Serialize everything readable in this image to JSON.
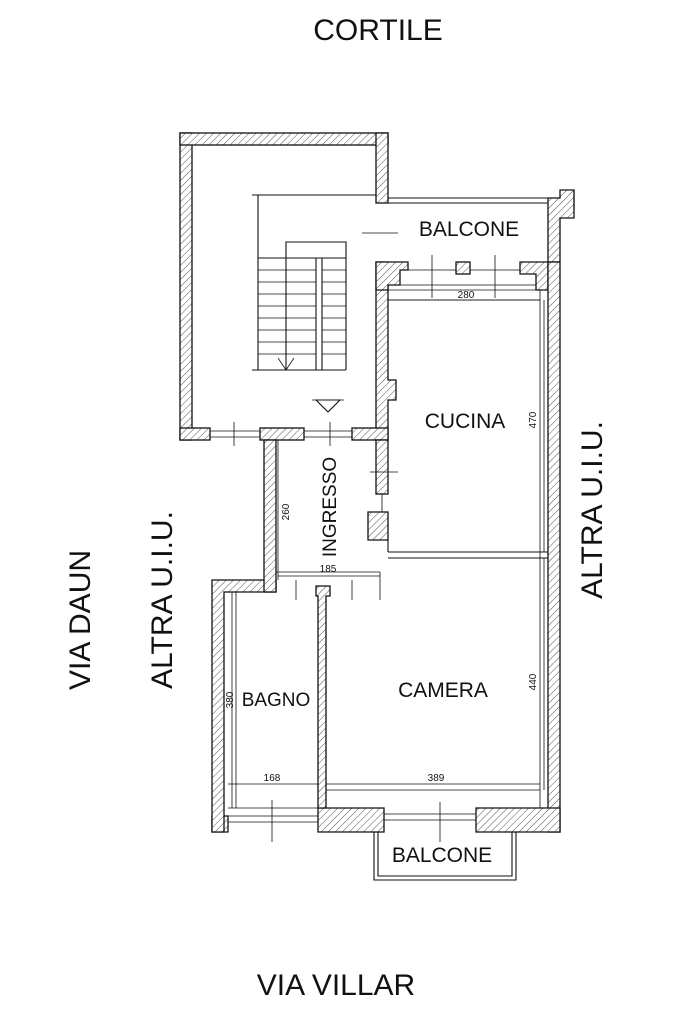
{
  "street_labels": {
    "top": "CORTILE",
    "bottom": "VIA VILLAR",
    "left": "VIA DAUN"
  },
  "neighbor_labels": {
    "left": "ALTRA U.I.U.",
    "right": "ALTRA U.I.U."
  },
  "rooms": {
    "balcone_top": "BALCONE",
    "cucina": "CUCINA",
    "ingresso": "INGRESSO",
    "bagno": "BAGNO",
    "camera": "CAMERA",
    "balcone_bottom": "BALCONE"
  },
  "dimensions": {
    "balcone_width": "280",
    "cucina_depth": "470",
    "ingresso_depth": "260",
    "ingresso_width": "185",
    "bagno_depth": "380",
    "camera_depth": "440",
    "bagno_width": "168",
    "camera_width": "389"
  }
}
